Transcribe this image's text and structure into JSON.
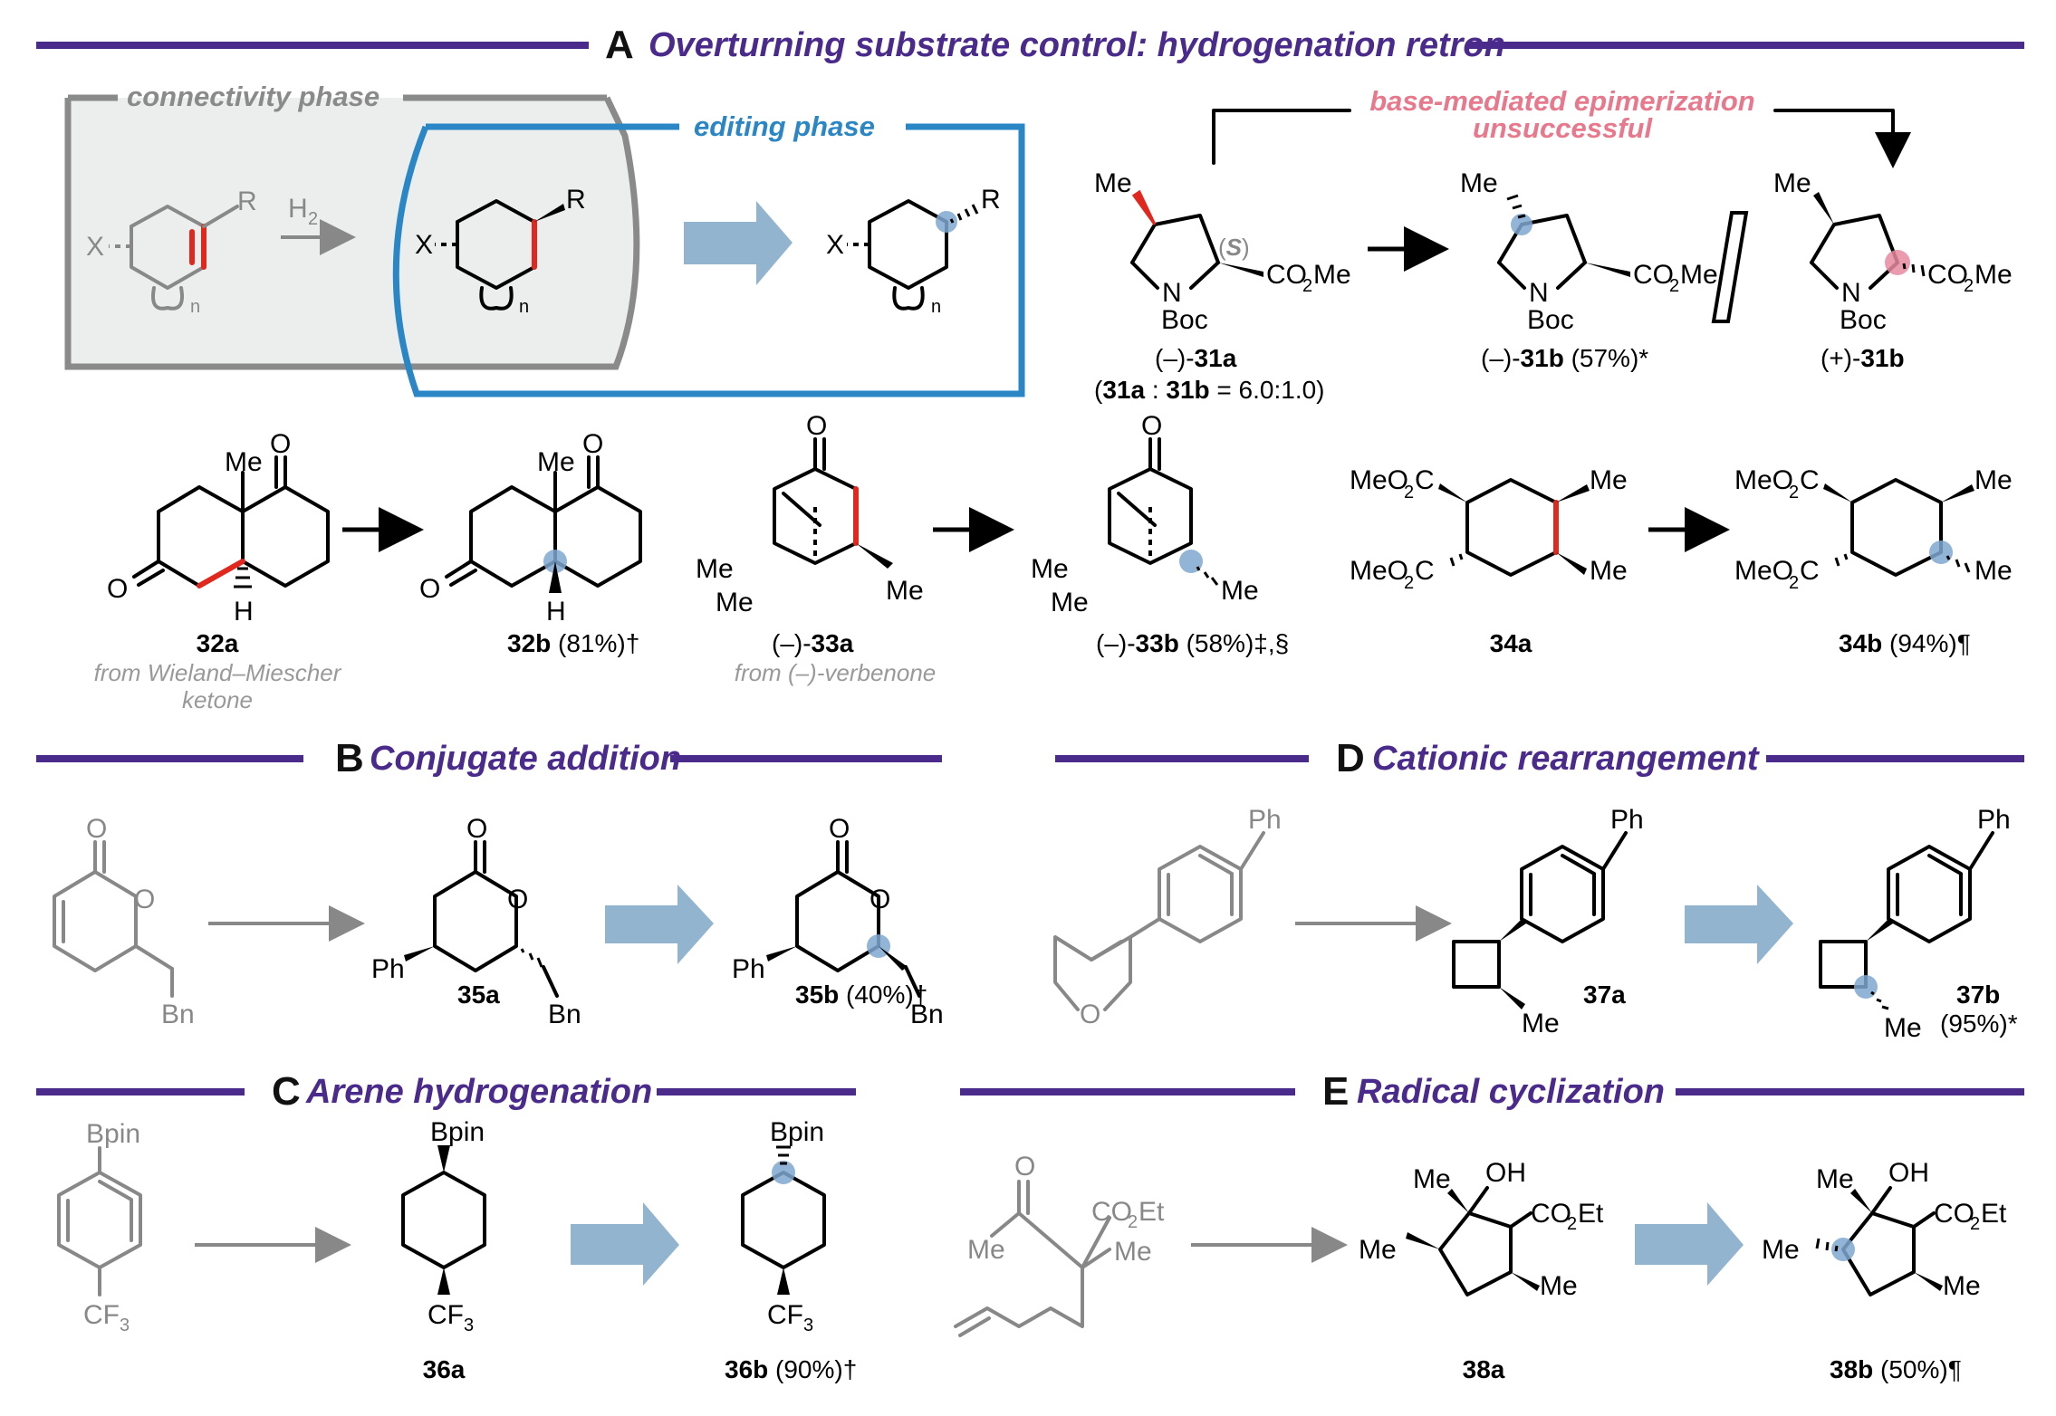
{
  "sections": {
    "A": {
      "letter": "A",
      "title": "Overturning substrate control: hydrogenation retron"
    },
    "B": {
      "letter": "B",
      "title": "Conjugate addition"
    },
    "C": {
      "letter": "C",
      "title": "Arene hydrogenation"
    },
    "D": {
      "letter": "D",
      "title": "Cationic rearrangement"
    },
    "E": {
      "letter": "E",
      "title": "Radical cyclization"
    }
  },
  "panelA": {
    "connectivity_phase": "connectivity phase",
    "editing_phase": "editing phase",
    "reagent": "H",
    "reagent_sub": "2",
    "epimerization_note_1": "base-mediated epimerization",
    "epimerization_note_2": "unsuccessful",
    "stereo_tag": "S"
  },
  "labels": {
    "c31a_pre": "(–)-",
    "c31a": "31a",
    "c31a_ratio_a": "31a",
    "c31a_ratio_sep": " : ",
    "c31a_ratio_b": "31b",
    "c31a_ratio_val": " = 6.0:1.0)",
    "c31b1_pre": "(–)-",
    "c31b1": "31b",
    "c31b1_yield": " (57%)*",
    "c31b2_pre": "(+)-",
    "c31b2": "31b",
    "c32a": "32a",
    "c32a_note_1": "from Wieland–Miescher",
    "c32a_note_2": "ketone",
    "c32b": "32b",
    "c32b_yield": " (81%)†",
    "c33a_pre": "(–)-",
    "c33a": "33a",
    "c33a_note": "from (–)-verbenone",
    "c33b_pre": "(–)-",
    "c33b": "33b",
    "c33b_yield": " (58%)‡,§",
    "c34a": "34a",
    "c34b": "34b",
    "c34b_yield": " (94%)¶",
    "c35a": "35a",
    "c35b": "35b",
    "c35b_yield": " (40%)†",
    "c36a": "36a",
    "c36b": "36b",
    "c36b_yield": " (90%)†",
    "c37a": "37a",
    "c37b": "37b",
    "c37b_yield": "(95%)*",
    "c38a": "38a",
    "c38b": "38b",
    "c38b_yield": " (50%)¶"
  },
  "atoms": {
    "Me": "Me",
    "H": "H",
    "O": "O",
    "X": "X",
    "R": "R",
    "N": "N",
    "Boc": "Boc",
    "CO2Me": "CO",
    "CO2Me_sub": "2",
    "CO2Me_tail": "Me",
    "MeO2C": "MeO",
    "MeO2C_sub": "2",
    "MeO2C_tail": "C",
    "Ph": "Ph",
    "Bn": "Bn",
    "Bpin": "Bpin",
    "CF3": "CF",
    "CF3_sub": "3",
    "OH": "OH",
    "CO2Et": "CO",
    "CO2Et_sub": "2",
    "CO2Et_tail": "Et",
    "n": "n"
  },
  "colors": {
    "section_title": "#4a2a8a",
    "rule": "#4a2a8a",
    "editing_box": "#2a86c4",
    "connectivity_box": "#8a8a8a",
    "highlight_bond": "#e0281e",
    "site_dot": "#7fa7cf",
    "epimer_note": "#e8788c",
    "big_arrow": "#93b4cf"
  }
}
